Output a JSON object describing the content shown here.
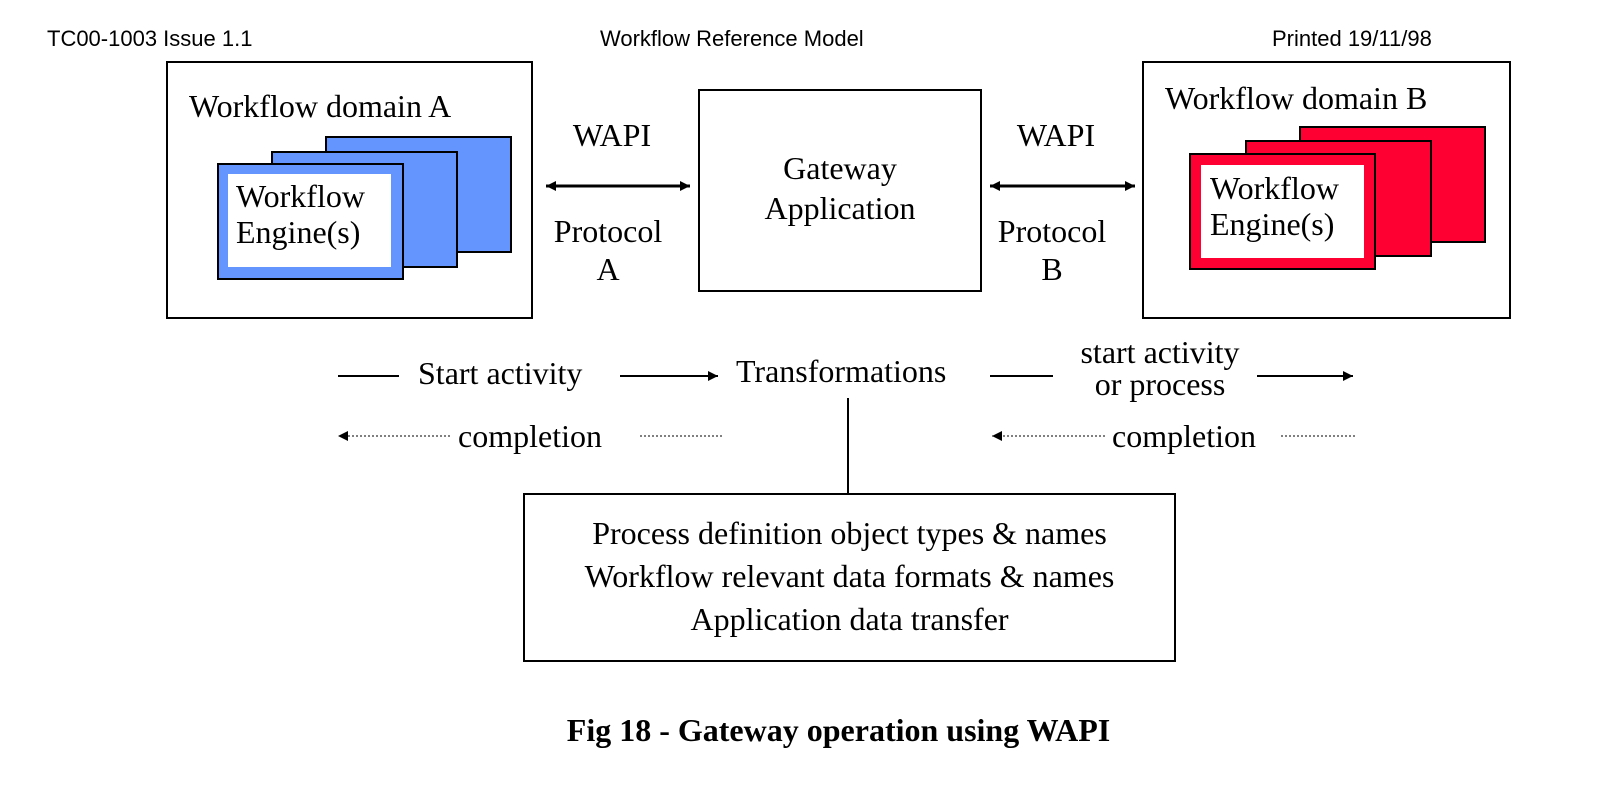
{
  "header": {
    "doc_id": "TC00-1003 Issue 1.1",
    "title": "Workflow Reference Model",
    "printed": "Printed 19/11/98"
  },
  "domain_a": {
    "title": "Workflow domain A",
    "engine_line1": "Workflow",
    "engine_line2": "Engine(s)",
    "color": "#6495ff"
  },
  "domain_b": {
    "title": "Workflow domain B",
    "engine_line1": "Workflow",
    "engine_line2": "Engine(s)",
    "color": "#ff0033"
  },
  "gateway": {
    "line1": "Gateway",
    "line2": "Application"
  },
  "interface_a": {
    "wapi": "WAPI",
    "protocol": "Protocol",
    "letter": "A"
  },
  "interface_b": {
    "wapi": "WAPI",
    "protocol": "Protocol",
    "letter": "B"
  },
  "flows": {
    "start_activity": "Start activity",
    "transformations": "Transformations",
    "start_activity_or_process_line1": "start activity",
    "start_activity_or_process_line2": "or process",
    "completion_left": "completion",
    "completion_right": "completion"
  },
  "transform_box": {
    "line1": "Process definition object types & names",
    "line2": "Workflow relevant data formats & names",
    "line3": "Application data transfer"
  },
  "caption": "Fig 18 - Gateway operation using WAPI"
}
